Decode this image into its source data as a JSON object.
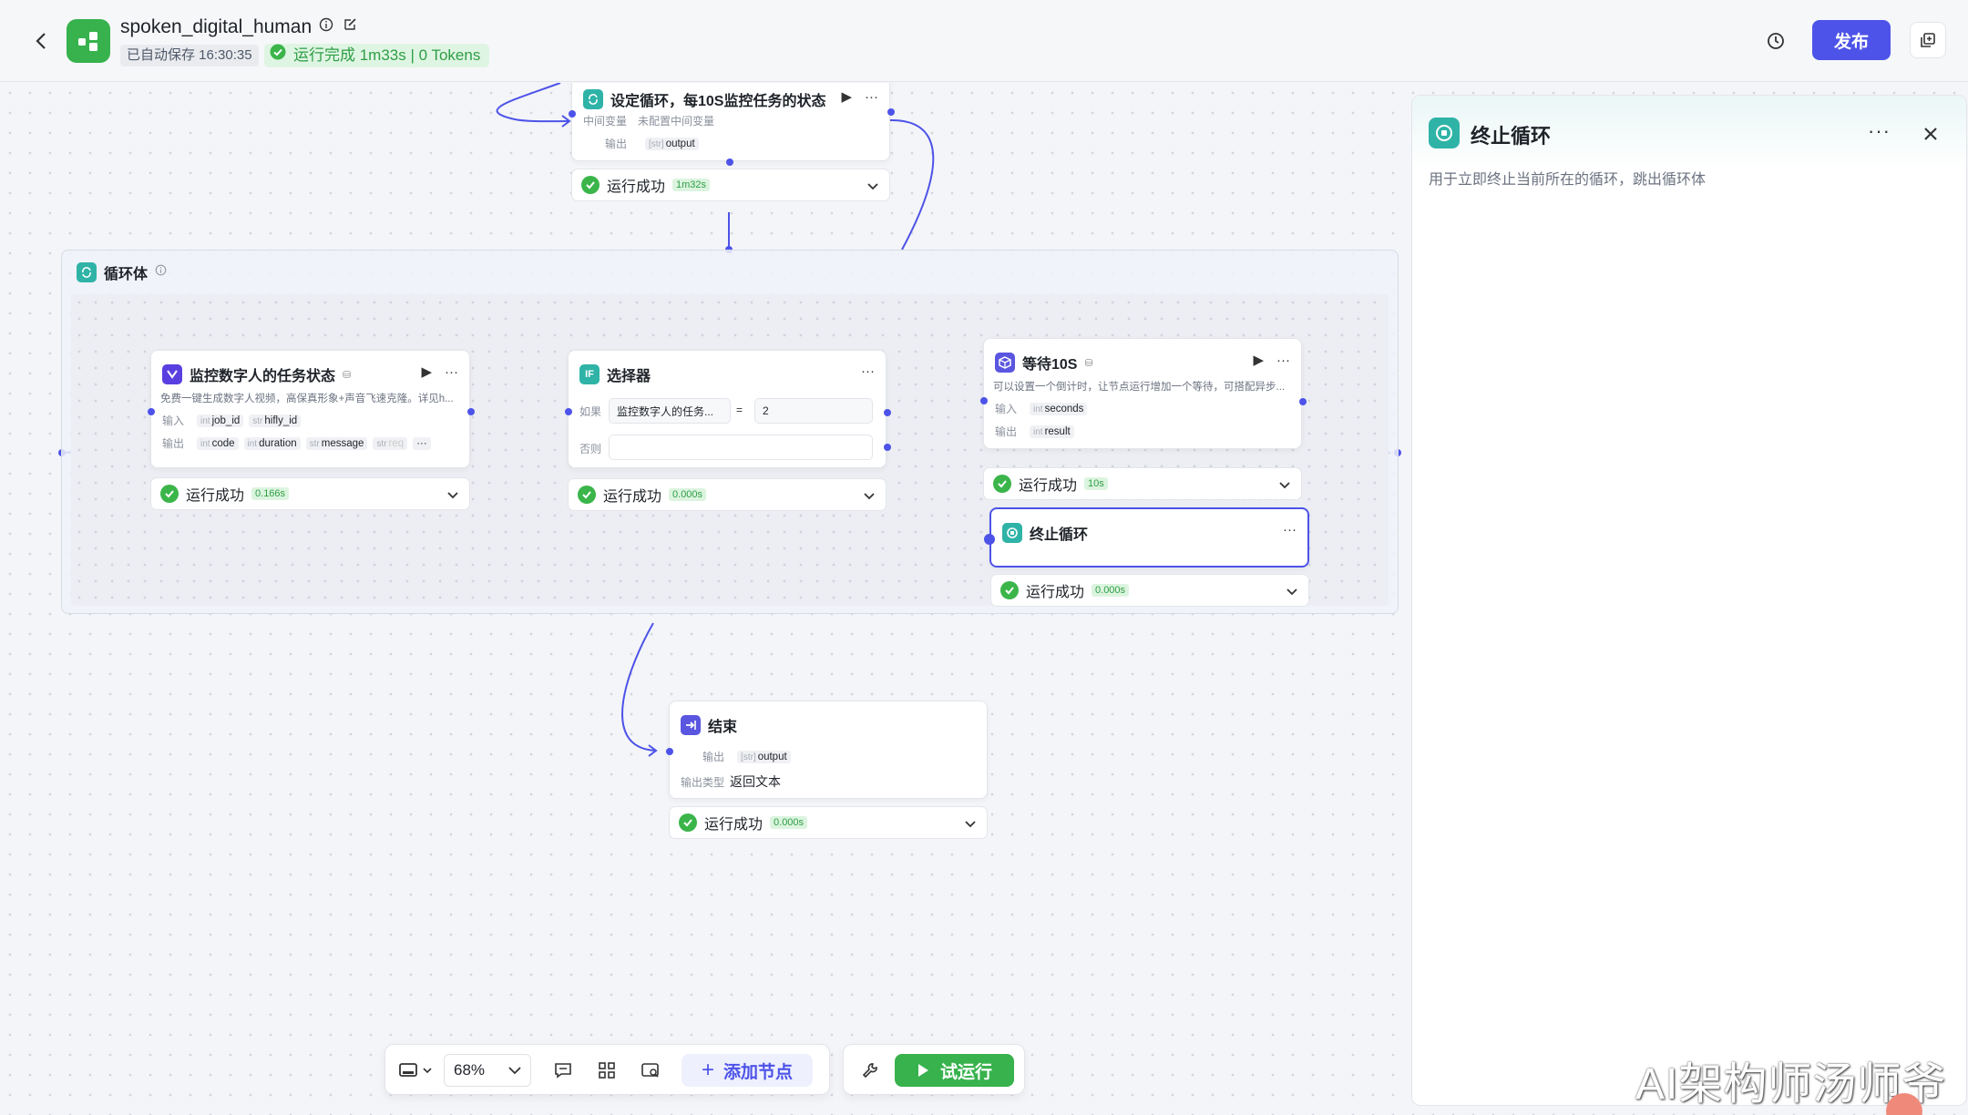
{
  "header": {
    "app_title": "spoken_digital_human",
    "autosave": "已自动保存 16:30:35",
    "run_status": "运行完成 1m33s | 0 Tokens",
    "publish_label": "发布"
  },
  "colors": {
    "accent": "#4d53e8",
    "success": "#37b24d",
    "loop_teal": "#2fb3a7"
  },
  "nodes": {
    "loop_setup": {
      "title": "设定循环，每10S监控任务的状态",
      "mid_var_label": "中间变量",
      "mid_var_value": "未配置中间变量",
      "output_label": "输出",
      "output_type": "[str]",
      "output_name": "output",
      "status": "运行成功",
      "duration": "1m32s"
    },
    "loop_body": {
      "title": "循环体"
    },
    "monitor": {
      "title": "监控数字人的任务状态",
      "desc": "免费一键生成数字人视频，高保真形象+声音飞速克隆。详见h...",
      "input_label": "输入",
      "inputs": [
        {
          "type": "int",
          "name": "job_id"
        },
        {
          "type": "str",
          "name": "hifly_id"
        }
      ],
      "output_label": "输出",
      "outputs": [
        {
          "type": "int",
          "name": "code"
        },
        {
          "type": "int",
          "name": "duration"
        },
        {
          "type": "str",
          "name": "message"
        },
        {
          "type": "str",
          "name": "req"
        }
      ],
      "more": "···",
      "status": "运行成功",
      "duration": "0.166s"
    },
    "selector": {
      "title": "选择器",
      "if_label": "如果",
      "condition_left": "监控数字人的任务...",
      "condition_op": "=",
      "condition_right": "2",
      "else_label": "否则",
      "status": "运行成功",
      "duration": "0.000s"
    },
    "wait": {
      "title": "等待10S",
      "desc": "可以设置一个倒计时，让节点运行增加一个等待，可搭配异步...",
      "input_label": "输入",
      "input": {
        "type": "int",
        "name": "seconds"
      },
      "output_label": "输出",
      "output": {
        "type": "int",
        "name": "result"
      },
      "status": "运行成功",
      "duration": "10s"
    },
    "stop_loop": {
      "title": "终止循环",
      "status": "运行成功",
      "duration": "0.000s"
    },
    "end": {
      "title": "结束",
      "output_label": "输出",
      "output_type": "[str]",
      "output_name": "output",
      "output_kind_label": "输出类型",
      "output_kind_value": "返回文本",
      "status": "运行成功",
      "duration": "0.000s"
    }
  },
  "panel": {
    "title": "终止循环",
    "description": "用于立即终止当前所在的循环，跳出循环体"
  },
  "toolbar": {
    "zoom": "68%",
    "add_node_label": "添加节点",
    "test_run_label": "试运行"
  },
  "watermark": "AI架构师汤师爷"
}
